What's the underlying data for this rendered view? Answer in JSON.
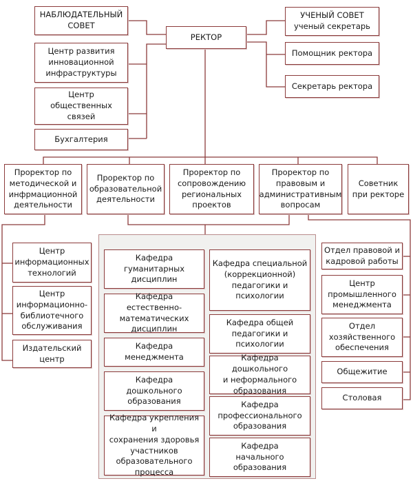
{
  "title": "Организационная структура",
  "colors": {
    "border": "#8b3a3a",
    "group_background": "#f1f1ef"
  },
  "top": {
    "rector": "РЕКТОР",
    "left_units": [
      "НАБЛЮДАТЕЛЬНЫЙ\nСОВЕТ",
      "Центр развития\nинновационной\nинфраструктуры",
      "Центр\nобщественных\nсвязей",
      "Бухгалтерия"
    ],
    "right_units": [
      "УЧЕНЫЙ СОВЕТ\nученый секретарь",
      "Помощник ректора",
      "Секретарь ректора"
    ]
  },
  "vice_rectors": [
    "Проректор по\nметодической и\nинфрмационной\nдеятельности",
    "Проректор по\nобразовательной\nдеятельности",
    "Проректор по\nсопровождению\nрегиональных\nпроектов",
    "Проректор по\nправовым и\nадминистративным\nвопросам",
    "Советник\nпри ректоре"
  ],
  "left_branch": [
    "Центр\nинформационных\nтехнологий",
    "Центр\nинформационно-\nбиблиотечного\nобслуживания",
    "Издательский\nцентр"
  ],
  "departments_left": [
    "Кафедра\nгуманитарных\nдисциплин",
    "Кафедра естественно-\nматематических\nдисциплин",
    "Кафедра\nменеджмента",
    "Кафедра\nдошкольного\nобразования",
    "Кафедра укрепления и\nсохранения здоровья\nучастников\nобразовательного\nпроцесса"
  ],
  "departments_right": [
    "Кафедра специальной\n(коррекционной)\nпедагогики и\nпсихологии",
    "Кафедра общей\nпедагогики и\nпсихологии",
    "Кафедра дошкольного\nи неформального\nобразования",
    "Кафедра\nпрофессионального\nобразования",
    "Кафедра\nначального\nобразования"
  ],
  "right_branch": [
    "Отдел правовой и\nкадровой работы",
    "Центр\nпромышленного\nменеджмента",
    "Отдел\nхозяйственного\nобеспечения",
    "Общежитие",
    "Столовая"
  ]
}
